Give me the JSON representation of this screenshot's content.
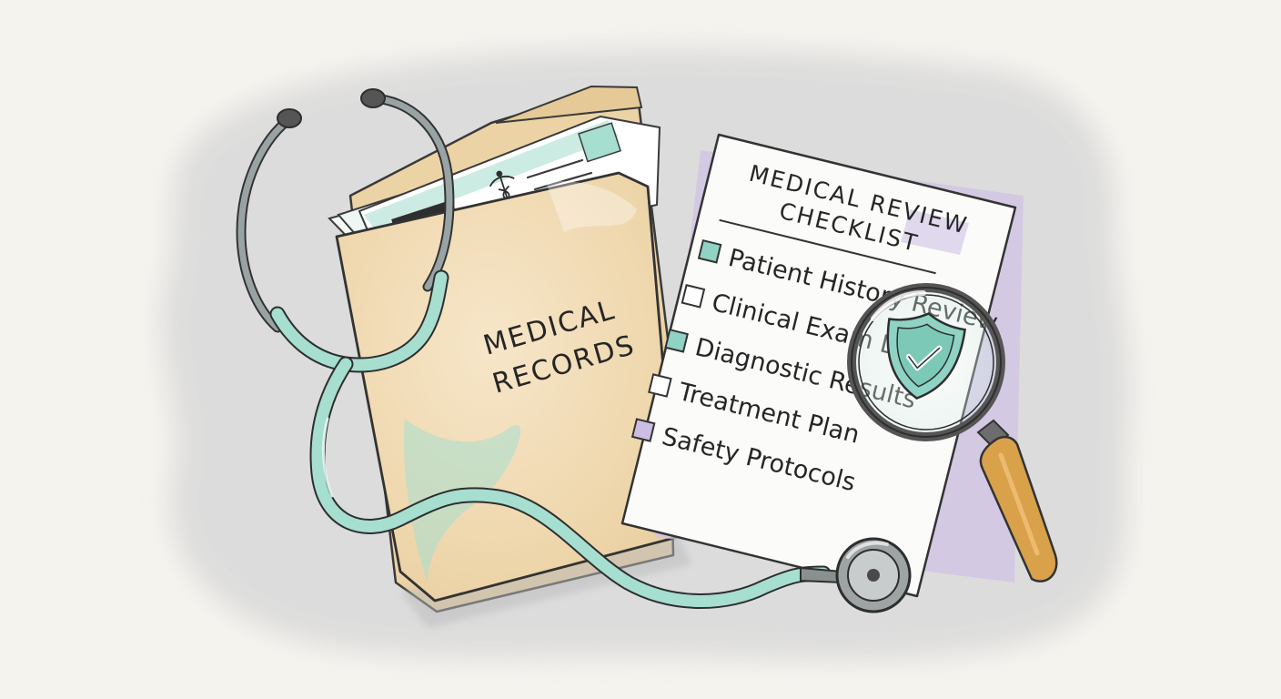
{
  "folder": {
    "label_line1": "MEDICAL",
    "label_line2": "RECORDS"
  },
  "checklist": {
    "title_line1": "MEDICAL REVIEW",
    "title_line2": "CHECKLIST",
    "items": [
      {
        "label": "Patient History Review",
        "checked": true,
        "box_color": "#8fd3c4"
      },
      {
        "label": "Clinical Exam Data",
        "checked": false,
        "box_color": "#ffffff"
      },
      {
        "label": "Diagnostic Results",
        "checked": true,
        "box_color": "#8fd3c4"
      },
      {
        "label": "Treatment Plan",
        "checked": false,
        "box_color": "#ffffff"
      },
      {
        "label": "Safety Protocols",
        "checked": true,
        "box_color": "#cbbde3"
      }
    ]
  },
  "icons": {
    "caduceus": "caduceus-icon",
    "shield": "shield-check-icon",
    "magnifier": "magnifying-glass-icon",
    "stethoscope": "stethoscope-icon"
  },
  "colors": {
    "background": "#f5f3ee",
    "wash": "#dcdcdc",
    "folder": "#f1ddb8",
    "mint": "#a6ded0",
    "lavender": "#cfc3e6",
    "handle": "#d9a14a",
    "ink": "#2b2b2b"
  }
}
